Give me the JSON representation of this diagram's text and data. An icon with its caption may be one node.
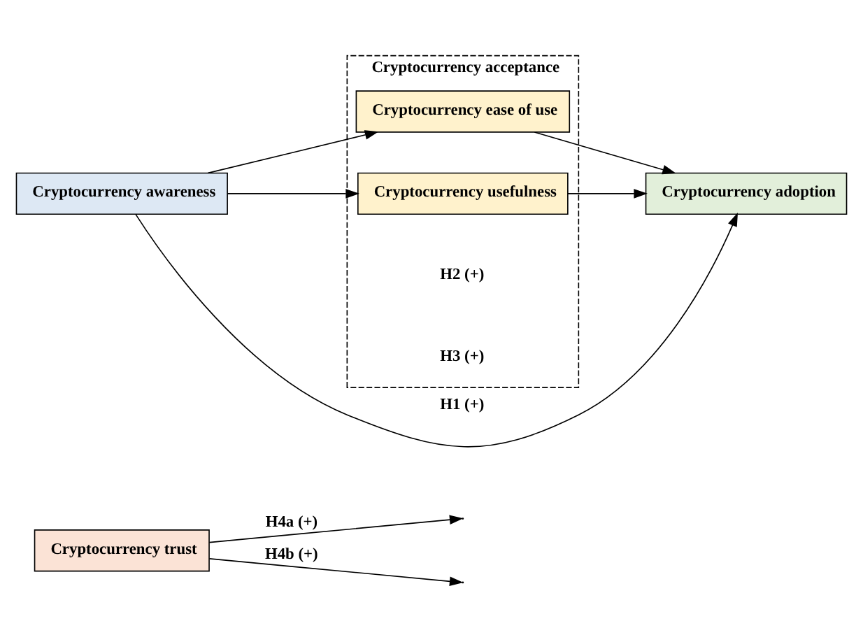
{
  "diagram": {
    "nodes": [
      {
        "text": [
          "Cryptocurrency trust"
        ]
      },
      {
        "text": [
          "Cryptocurrency acceptance"
        ]
      },
      {
        "text": [
          "Cryptocurrency ease of use"
        ],
        "in": 1
      },
      {
        "text": [
          "Cryptocurrency awareness"
        ]
      },
      {
        "text": [
          "Cryptocurrency adoption"
        ]
      },
      {
        "text": [
          "Cryptocurrency usefulness"
        ],
        "in": 1
      }
    ],
    "edges": [
      {
        "from": 3,
        "to": 2,
        "arrow": "to"
      },
      {
        "from": 3,
        "to": 4,
        "arrow": "to",
        "label": "H1 (+)"
      },
      {
        "from": 3,
        "to": 5,
        "arrow": "to"
      },
      {
        "from": 2,
        "to": 4,
        "arrow": "to"
      },
      {
        "from": 5,
        "to": 4,
        "arrow": "to"
      },
      {
        "from": 0,
        "to": null,
        "arrow": "to",
        "label": "H4a (+)"
      },
      {
        "from": 0,
        "to": null,
        "arrow": "to",
        "label": "H4b (+)"
      }
    ],
    "labels": [
      "H2 (+)",
      "H3 (+)"
    ]
  }
}
